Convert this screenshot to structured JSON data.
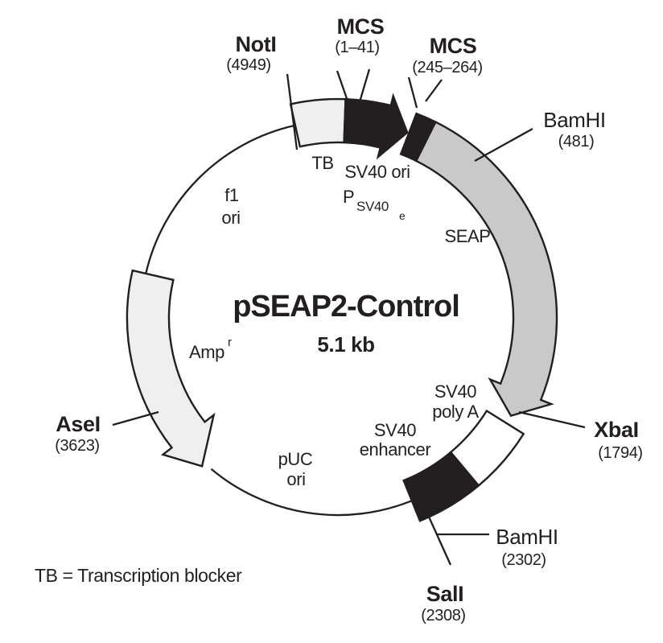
{
  "plasmid": {
    "name": "pSEAP2-Control",
    "size": "5.1 kb",
    "footnote": "TB = Transcription blocker"
  },
  "sites": {
    "noti": {
      "name": "NotI",
      "pos": "(4949)"
    },
    "mcs1": {
      "name": "MCS",
      "pos": "(1–41)"
    },
    "mcs2": {
      "name": "MCS",
      "pos": "(245–264)"
    },
    "bamhi1": {
      "name": "BamHI",
      "pos": "(481)"
    },
    "xbai": {
      "name": "XbaI",
      "pos": "(1794)"
    },
    "bamhi2": {
      "name": "BamHI",
      "pos": "(2302)"
    },
    "sali": {
      "name": "SalI",
      "pos": "(2308)"
    },
    "asei": {
      "name": "AseI",
      "pos": "(3623)"
    }
  },
  "features": {
    "tb": "TB",
    "sv40_ori": "SV40 ori",
    "promoter_p": "P",
    "promoter_sub": "SV40",
    "promoter_e": "e",
    "seap": "SEAP",
    "f1_line1": "f1",
    "f1_line2": "ori",
    "amp": "Amp",
    "amp_sup": "r",
    "puc_line1": "pUC",
    "puc_line2": "ori",
    "enhancer_line1": "SV40",
    "enhancer_line2": "enhancer",
    "polya_line1": "SV40",
    "polya_line2": "poly A"
  },
  "colors": {
    "outline": "#231f20",
    "light_fill": "#efefef",
    "gray_fill": "#c9c9c9",
    "black_fill": "#231f20",
    "white_fill": "#ffffff"
  }
}
